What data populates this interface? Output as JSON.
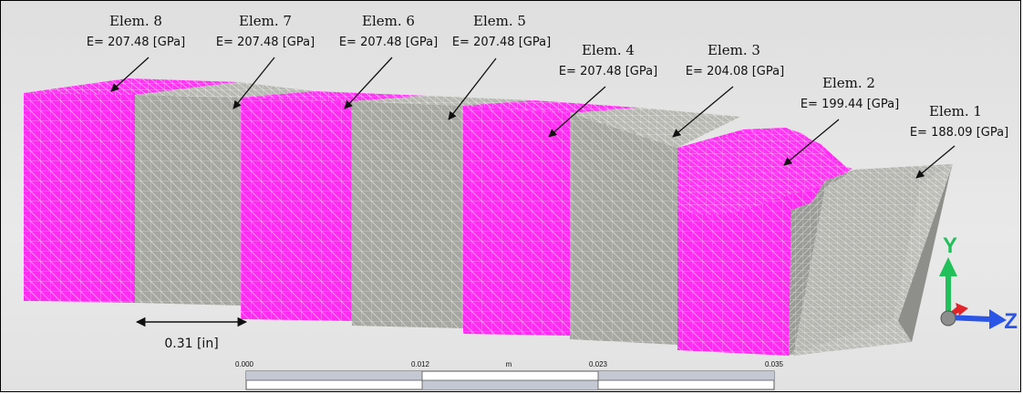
{
  "colors": {
    "magenta": "#ff2bf2",
    "gray": "#a7a7a2",
    "mesh_magenta": "#ff9cf8",
    "mesh_gray": "#d6d6d2",
    "y_axis": "#22c05a",
    "z_axis": "#2a55e6",
    "x_axis": "#e0242a"
  },
  "elements": [
    {
      "name": "Elem. 8",
      "modulus": "E= 207.48 [GPa]"
    },
    {
      "name": "Elem. 7",
      "modulus": "E= 207.48 [GPa]"
    },
    {
      "name": "Elem. 6",
      "modulus": "E= 207.48 [GPa]"
    },
    {
      "name": "Elem. 5",
      "modulus": "E= 207.48 [GPa]"
    },
    {
      "name": "Elem. 4",
      "modulus": "E= 207.48 [GPa]"
    },
    {
      "name": "Elem. 3",
      "modulus": "E= 204.08 [GPa]"
    },
    {
      "name": "Elem. 2",
      "modulus": "E= 199.44 [GPa]"
    },
    {
      "name": "Elem. 1",
      "modulus": "E= 188.09 [GPa]"
    }
  ],
  "dimension": {
    "label": "0.31 [in]"
  },
  "scale_bar": {
    "ticks": [
      "0.000",
      "0.012",
      "0.023",
      "0.035"
    ],
    "unit": "m"
  },
  "triad": {
    "y_label": "Y",
    "z_label": "Z"
  }
}
